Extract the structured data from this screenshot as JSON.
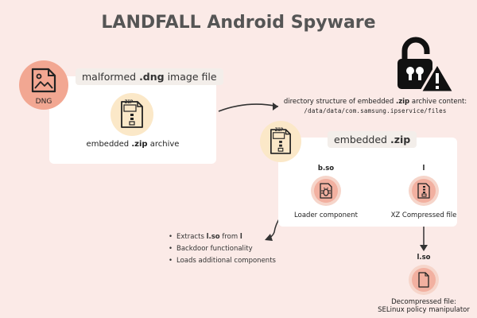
{
  "title": "LANDFALL Android Spyware",
  "dng_badge": {
    "label": "DNG",
    "color": "#f2a792"
  },
  "image_file": {
    "pill_prefix": "malformed ",
    "pill_bold": ".dng",
    "pill_suffix": " image file",
    "caption_prefix": "embedded ",
    "caption_bold": ".zip",
    "caption_suffix": " archive",
    "zip_icon_text": "ZIP"
  },
  "directory_note": {
    "line1_prefix": "directory structure of embedded ",
    "line1_bold": ".zip",
    "line1_suffix": " archive content:",
    "line2": "/data/data/com.samsung.ipservice/files"
  },
  "embedded_zip": {
    "pill_prefix": "embedded ",
    "pill_bold": ".zip",
    "zip_icon_text": "ZIP",
    "b_so": {
      "name": "b.so",
      "caption": "Loader component"
    },
    "l": {
      "name": "l",
      "caption": "XZ Compressed file"
    }
  },
  "bullets": [
    {
      "prefix": "Extracts ",
      "bold1": "l.so",
      "mid": " from ",
      "bold2": "l"
    },
    {
      "text": "Backdoor functionality"
    },
    {
      "text": "Loads additional components"
    }
  ],
  "l_so": {
    "name": "l.so",
    "caption_line1": "Decompressed file:",
    "caption_line2": "SELinux policy manipulator"
  },
  "colors": {
    "background": "#fbeae7",
    "badge": "#f2a792",
    "zip_circle": "#fbe8c8",
    "component_circle": "#f2b0a0",
    "component_ring": "#f6d5ca"
  }
}
